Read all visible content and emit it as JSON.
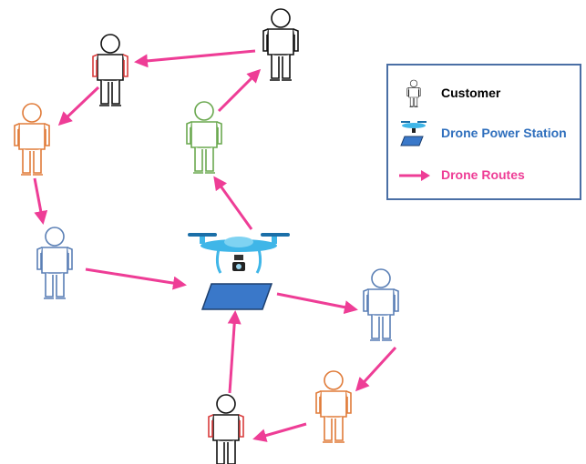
{
  "diagram": {
    "colors": {
      "route": "#ee3d96",
      "customer_black": "#111111",
      "customer_red_arm": "#d93b3b",
      "customer_orange": "#e07b39",
      "customer_green": "#6aa84f",
      "customer_blue": "#5a7fb5",
      "drone_blue": "#3fb6e8",
      "pad_blue": "#3a78c9"
    },
    "nodes": [
      {
        "id": "c1",
        "type": "customer",
        "color": "black",
        "icon": "person-icon"
      },
      {
        "id": "c2",
        "type": "customer",
        "color": "black-red",
        "icon": "person-icon"
      },
      {
        "id": "c3",
        "type": "customer",
        "color": "orange",
        "icon": "person-icon"
      },
      {
        "id": "c4",
        "type": "customer",
        "color": "blue",
        "icon": "person-icon"
      },
      {
        "id": "c5",
        "type": "customer",
        "color": "green",
        "icon": "person-icon"
      },
      {
        "id": "c6",
        "type": "customer",
        "color": "blue",
        "icon": "person-icon"
      },
      {
        "id": "c7",
        "type": "customer",
        "color": "orange",
        "icon": "person-icon"
      },
      {
        "id": "c8",
        "type": "customer",
        "color": "black-red",
        "icon": "person-icon"
      },
      {
        "id": "station",
        "type": "drone-power-station",
        "icon": "drone-icon"
      }
    ],
    "routes": [
      {
        "from": "station",
        "to": "c5"
      },
      {
        "from": "c5",
        "to": "c1"
      },
      {
        "from": "c1",
        "to": "c2"
      },
      {
        "from": "c2",
        "to": "c3"
      },
      {
        "from": "c3",
        "to": "c4"
      },
      {
        "from": "c4",
        "to": "station"
      },
      {
        "from": "station",
        "to": "c6"
      },
      {
        "from": "c6",
        "to": "c7"
      },
      {
        "from": "c7",
        "to": "c8"
      },
      {
        "from": "c8",
        "to": "station"
      }
    ]
  },
  "legend": {
    "items": [
      {
        "label": "Customer",
        "color": "#000000",
        "icon": "person-icon"
      },
      {
        "label": "Drone Power Station",
        "color": "#2f6fbd",
        "icon": "drone-station-icon"
      },
      {
        "label": "Drone Routes",
        "color": "#ee3d96",
        "icon": "arrow-right-icon"
      }
    ]
  }
}
